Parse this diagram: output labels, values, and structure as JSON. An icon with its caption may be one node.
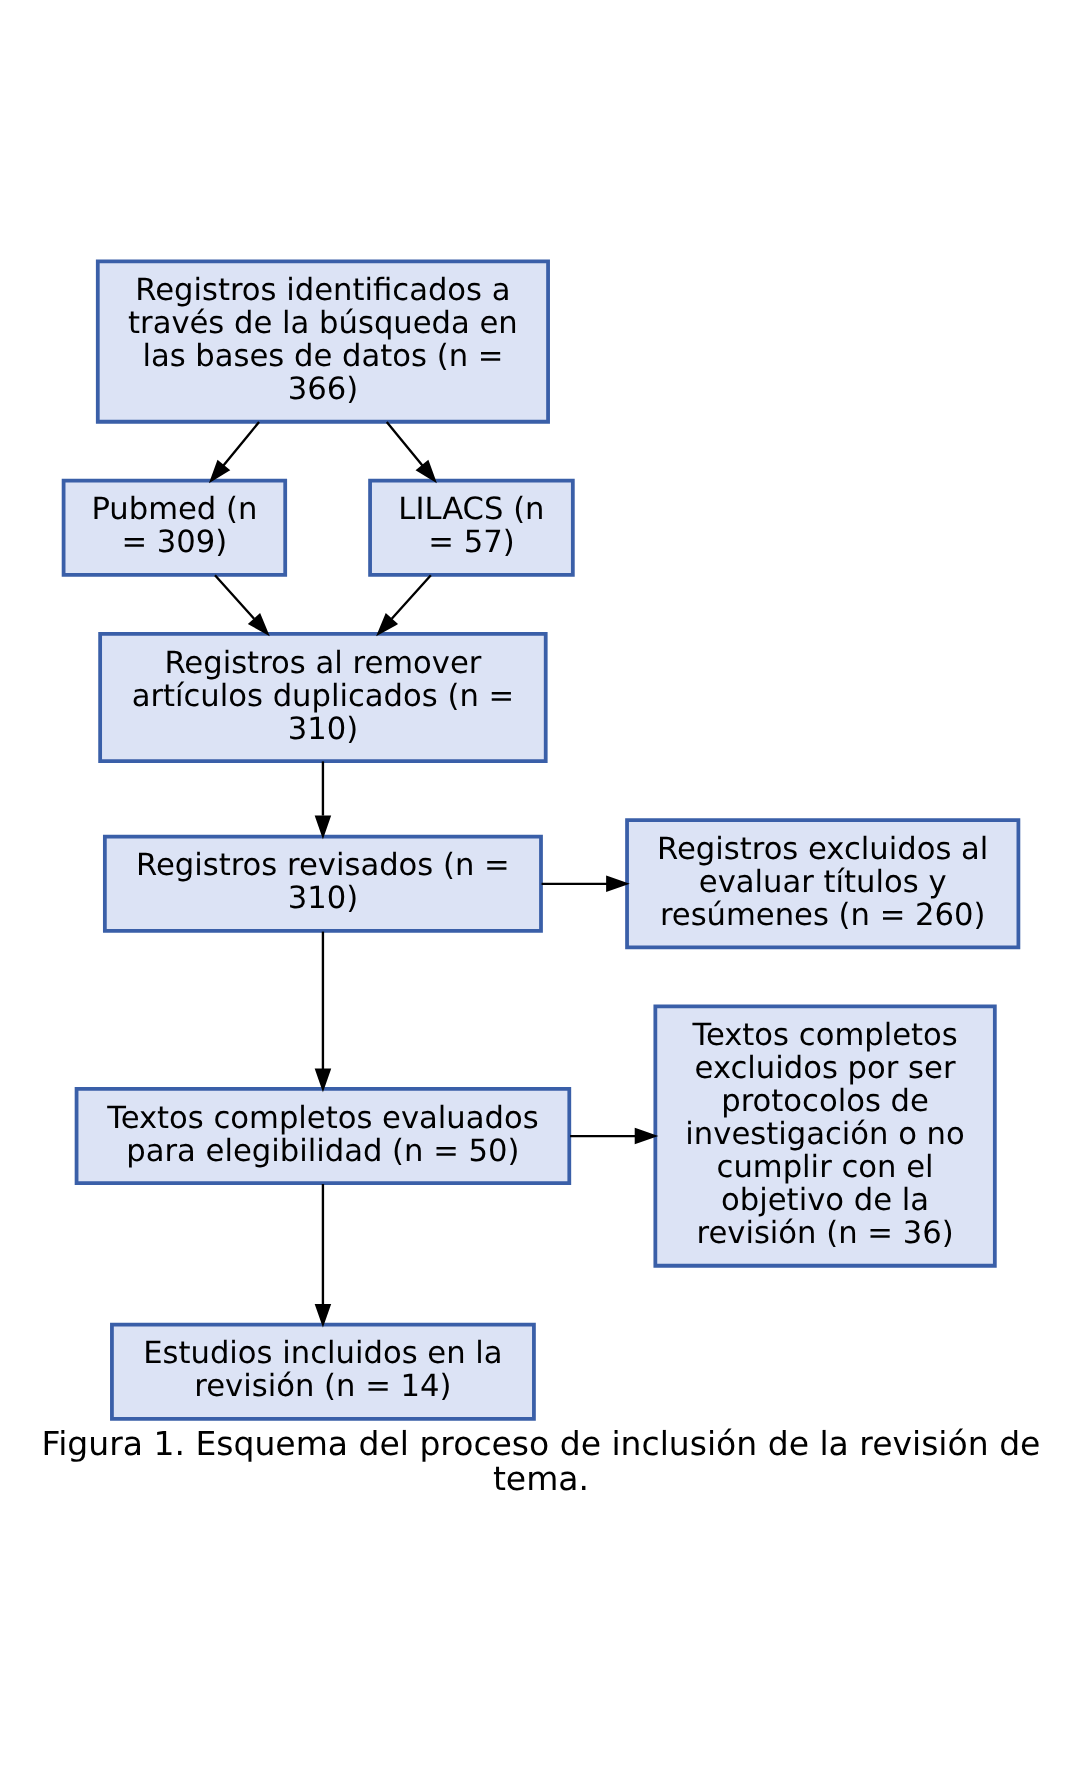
{
  "diagram": {
    "caption": "Figura 1. Esquema del proceso de inclusión de la revisión de tema.",
    "nodes": [
      {
        "text": [
          "Registros identificados a través de la búsqueda en las bases de datos (n = 366)"
        ]
      },
      {
        "text": [
          "Pubmed (n = 309)"
        ]
      },
      {
        "text": [
          "LILACS (n = 57)"
        ]
      },
      {
        "text": [
          "Registros al remover artículos duplicados (n = 310)"
        ]
      },
      {
        "text": [
          "Registros revisados (n = 310)"
        ]
      },
      {
        "text": [
          "Registros excluidos al evaluar títulos y resúmenes (n = 260)"
        ]
      },
      {
        "text": [
          "Textos completos evaluados para elegibilidad (n = 50)"
        ]
      },
      {
        "text": [
          "Textos completos excluidos por ser protocolos de investigación o no cumplir con el objetivo de la revisión (n = 36)"
        ]
      },
      {
        "text": [
          "Estudios incluidos en la revisión (n = 14)"
        ]
      }
    ],
    "edges": [
      {
        "from": 0,
        "to": 1,
        "arrow": "to"
      },
      {
        "from": 0,
        "to": 2,
        "arrow": "to"
      },
      {
        "from": 1,
        "to": 3,
        "arrow": "to"
      },
      {
        "from": 2,
        "to": 3,
        "arrow": "to"
      },
      {
        "from": 3,
        "to": 4,
        "arrow": "to"
      },
      {
        "from": 4,
        "to": 5,
        "arrow": "to"
      },
      {
        "from": 4,
        "to": 6,
        "arrow": "to"
      },
      {
        "from": 6,
        "to": 7,
        "arrow": "to"
      },
      {
        "from": 6,
        "to": 8,
        "arrow": "to"
      }
    ]
  }
}
